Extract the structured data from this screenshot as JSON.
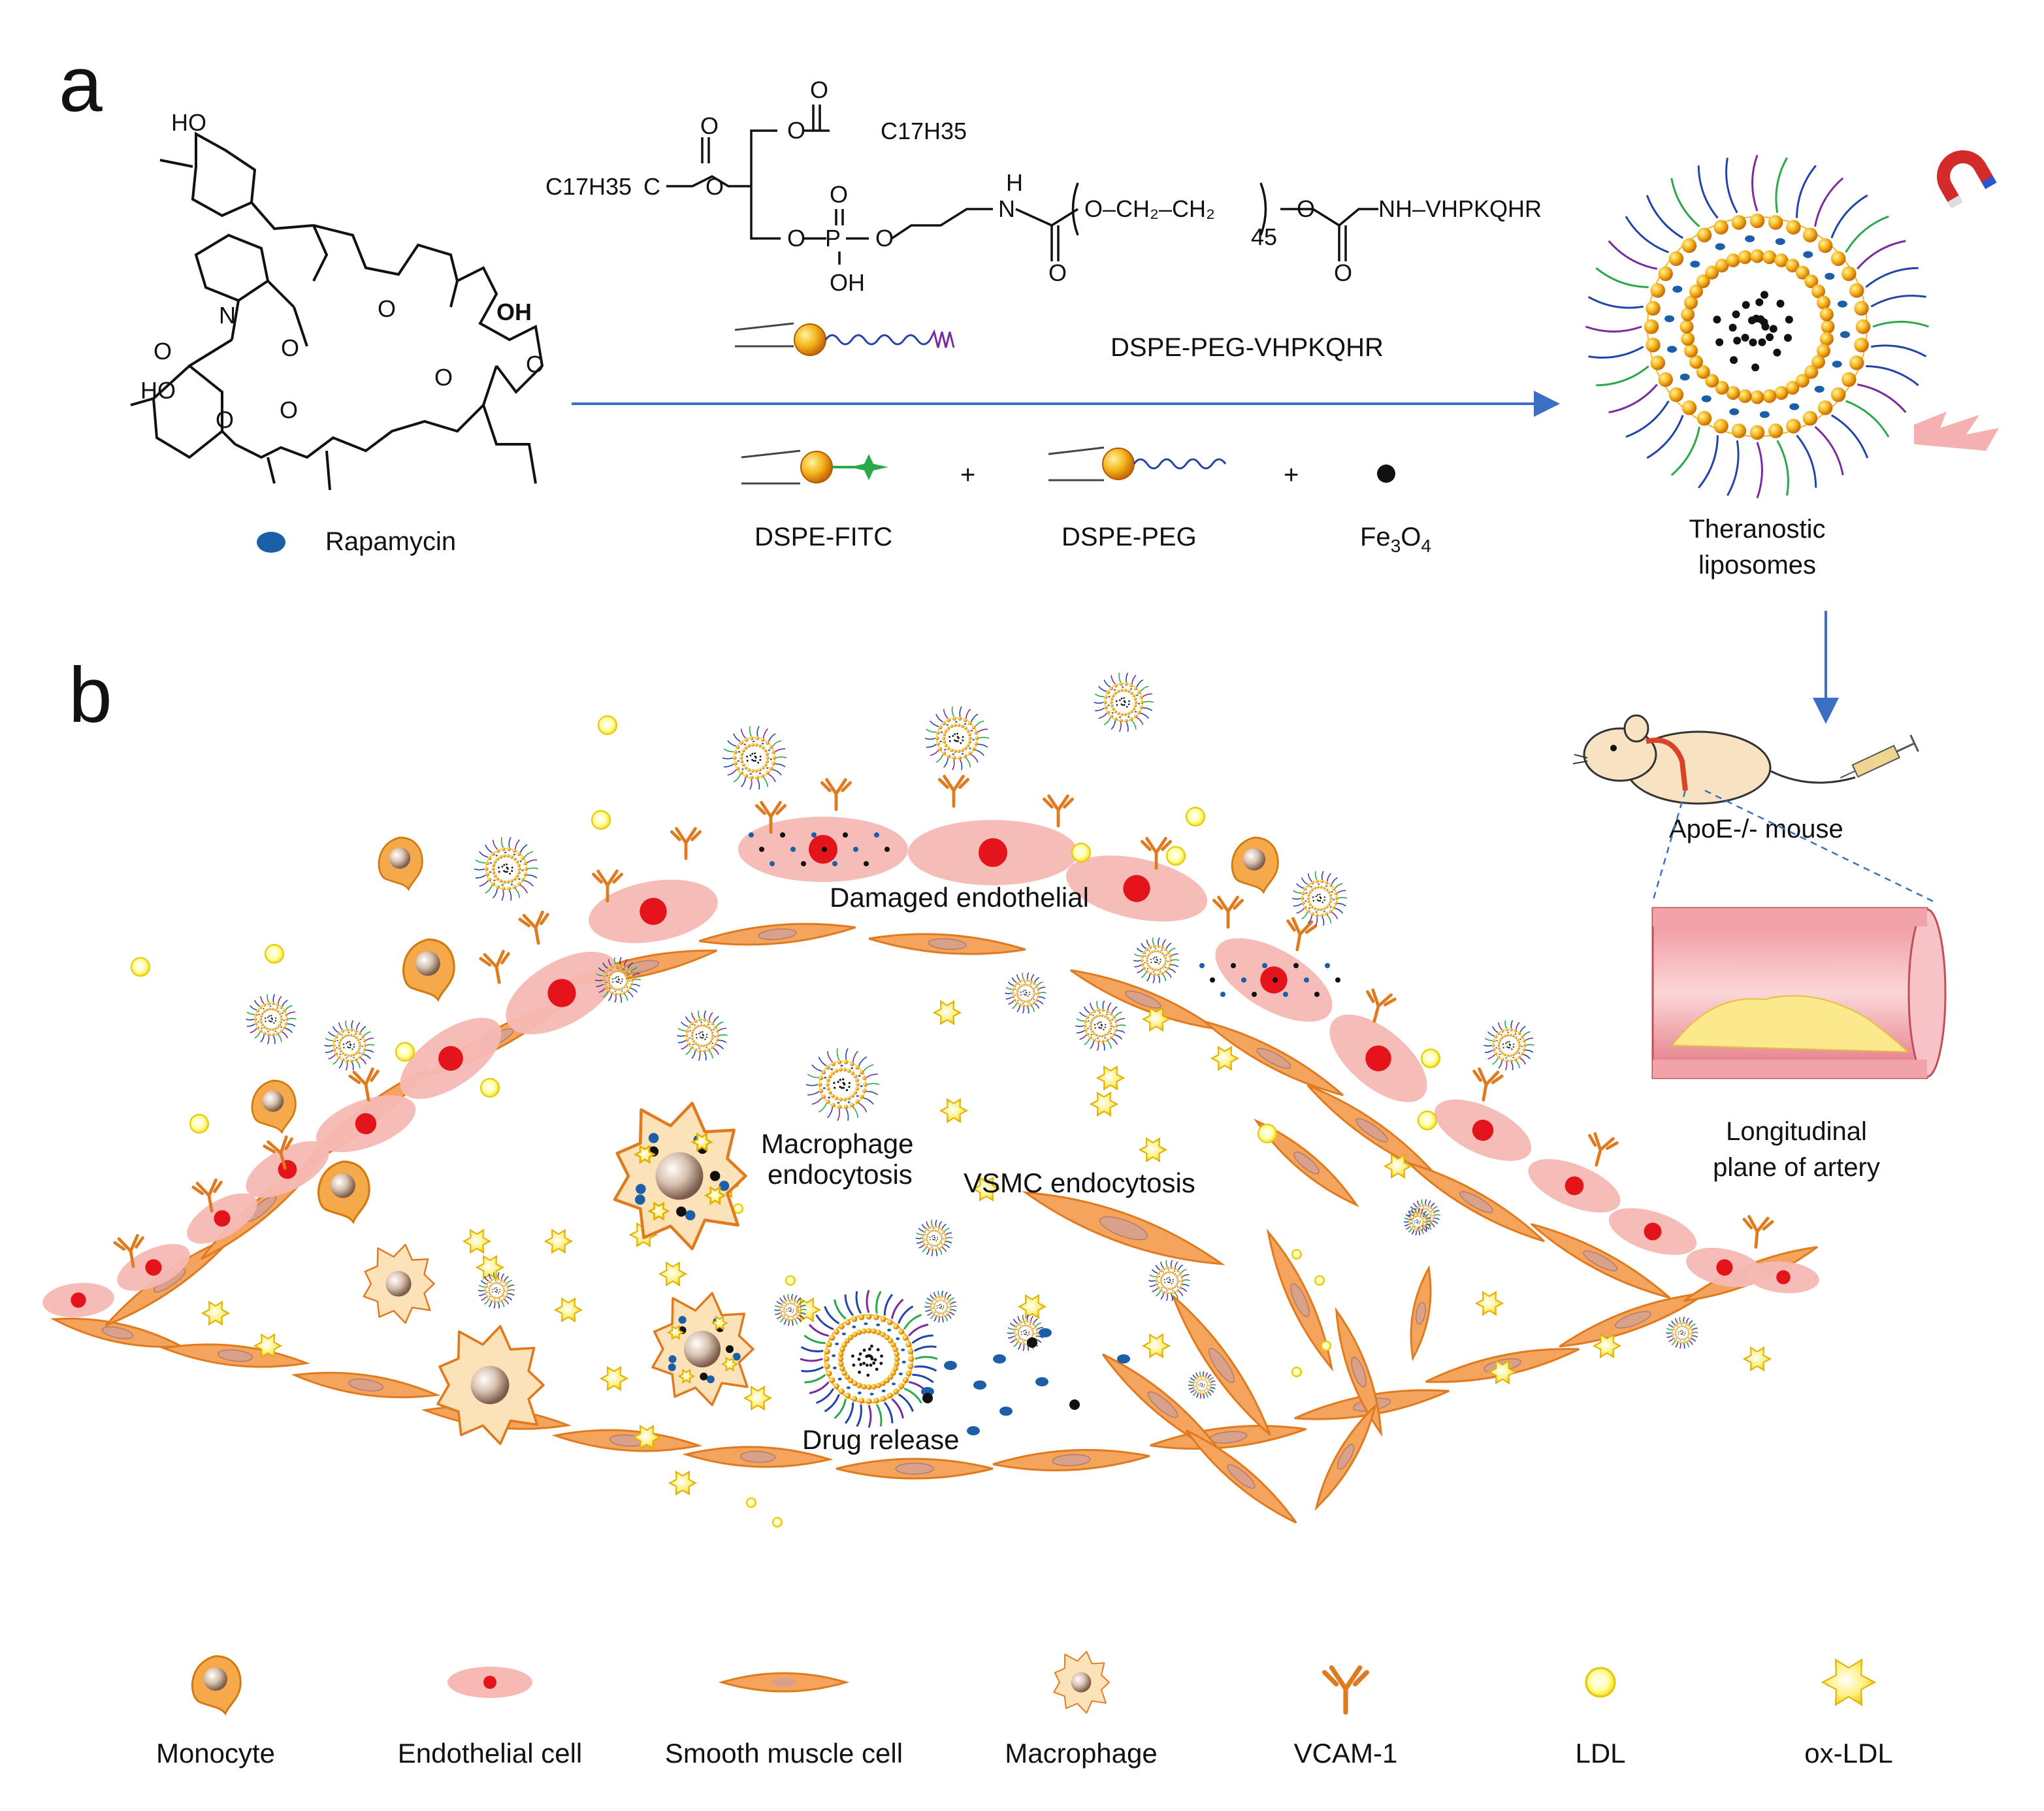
{
  "panels": {
    "a": "a",
    "b": "b"
  },
  "panel_a": {
    "rapamycin_label": "Rapamycin",
    "rapamycin_atoms": [
      "HO",
      "OH",
      "HO",
      "N",
      "O",
      "O",
      "O",
      "O",
      "O",
      "O",
      "O"
    ],
    "dspe_peg_label": "DSPE-PEG-VHPKQHR",
    "components": [
      "DSPE-FITC",
      "DSPE-PEG",
      "Fe3O4"
    ],
    "plus": "+",
    "liposome_label": [
      "Theranostic",
      "liposomes"
    ],
    "chem_fragments": {
      "c17h35_left": "C17H35",
      "c17h35_top": "C17H35",
      "peg_repeat": "45",
      "peptide": "NH–VHPKQHR",
      "p_group": "P",
      "oh": "OH",
      "n_h": "H"
    }
  },
  "panel_b": {
    "mouse_label": "ApoE-/- mouse",
    "artery_label": [
      "Longitudinal",
      "plane of artery"
    ],
    "scene_labels": {
      "damaged": "Damaged endothelial",
      "macrophage_endo": [
        "Macrophage",
        "endocytosis"
      ],
      "vsmc_endo": "VSMC endocytosis",
      "drug_release": "Drug release"
    }
  },
  "legend": [
    {
      "name": "monocyte",
      "label": "Monocyte"
    },
    {
      "name": "endothelial-cell",
      "label": "Endothelial cell"
    },
    {
      "name": "smooth-muscle-cell",
      "label": "Smooth muscle cell"
    },
    {
      "name": "macrophage",
      "label": "Macrophage"
    },
    {
      "name": "vcam1",
      "label": "VCAM-1"
    },
    {
      "name": "ldl",
      "label": "LDL"
    },
    {
      "name": "ox-ldl",
      "label": "ox-LDL"
    }
  ],
  "colors": {
    "arrow": "#3a6fc4",
    "endothelial": "#f6b9b4",
    "nucleus_red": "#e3151b",
    "smc": "#f4a45c",
    "smc_edge": "#e07a1e",
    "monocyte": "#f5a94a",
    "ldl": "#ffee33",
    "oxldl": "#ffdd22",
    "vcam": "#e07a1e",
    "drug_blue": "#1b5fa8",
    "fitc_green": "#2aa84a"
  }
}
